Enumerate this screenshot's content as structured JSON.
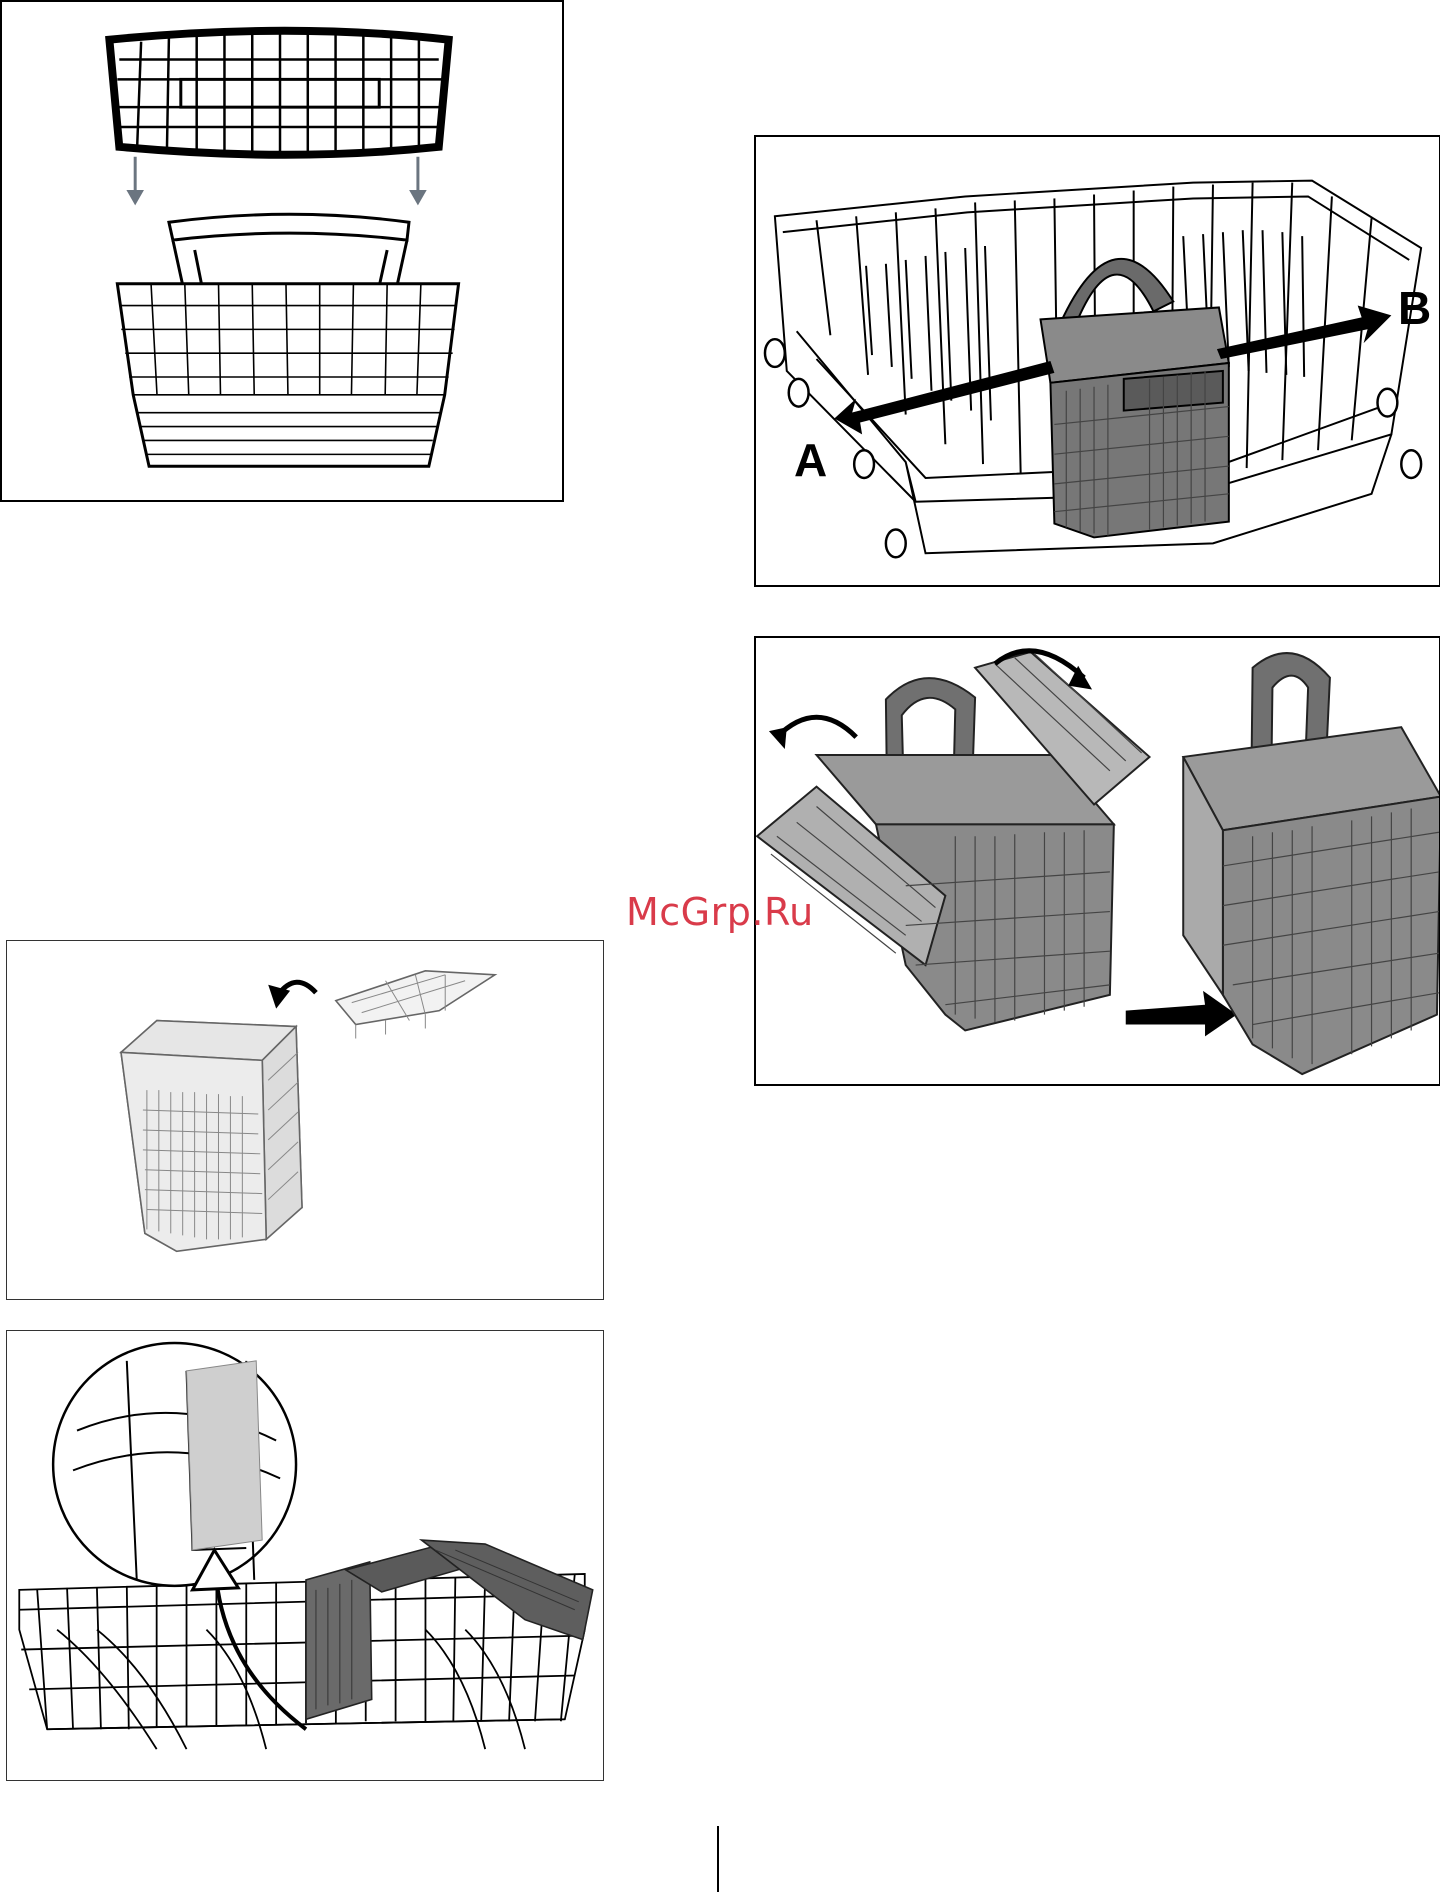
{
  "watermark": {
    "text": "McGrp.Ru"
  },
  "figures": {
    "rack_with_basket": {
      "label_a": "A",
      "label_b": "B"
    }
  },
  "colors": {
    "line": "#000000",
    "basket_gray": "#7a7a7a",
    "basket_dark": "#5a5a5a",
    "arrow_gray": "#6b7580",
    "watermark": "#d93b4a"
  }
}
